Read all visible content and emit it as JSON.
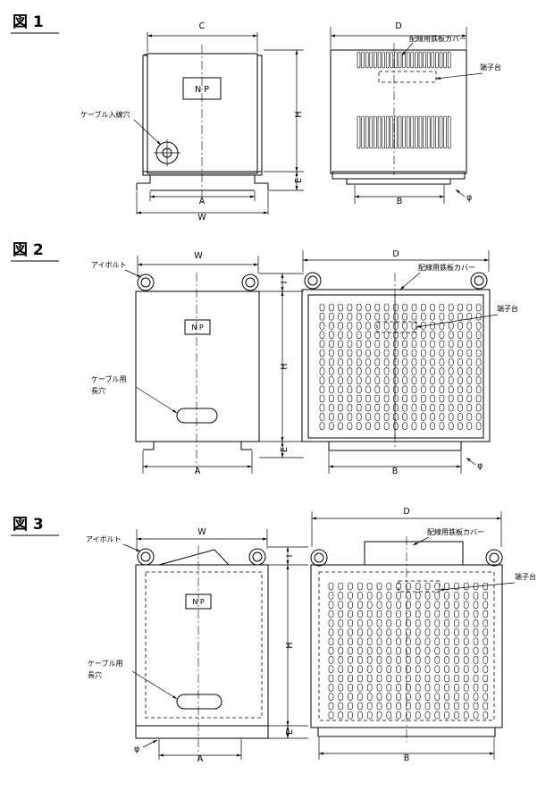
{
  "figures": [
    {
      "title": "図 1",
      "dims": {
        "C": "C",
        "D": "D",
        "H": "H",
        "E": "E",
        "A": "A",
        "W": "W",
        "B": "B",
        "phi": "φ"
      },
      "labels": {
        "cover": "配線用鉄板カバー",
        "terminal": "端子台",
        "cable": "ケーブル入線穴",
        "np": "N P"
      }
    },
    {
      "title": "図 2",
      "dims": {
        "W": "W",
        "D": "D",
        "I": "I",
        "H": "H",
        "E": "E",
        "A": "A",
        "B": "B",
        "phi": "φ"
      },
      "labels": {
        "eyebolt": "アイボルト",
        "cover": "配線用鉄板カバー",
        "terminal": "端子台",
        "cable1": "ケーブル用",
        "cable2": "長穴",
        "np": "N P"
      }
    },
    {
      "title": "図 3",
      "dims": {
        "W": "W",
        "D": "D",
        "I": "I",
        "H": "H",
        "E": "E",
        "A": "A",
        "B": "B",
        "phi": "φ"
      },
      "labels": {
        "eyebolt": "アイボルト",
        "cover": "配線用鉄板カバー",
        "terminal": "端子台",
        "cable1": "ケーブル用",
        "cable2": "長穴",
        "np": "N P"
      }
    }
  ]
}
